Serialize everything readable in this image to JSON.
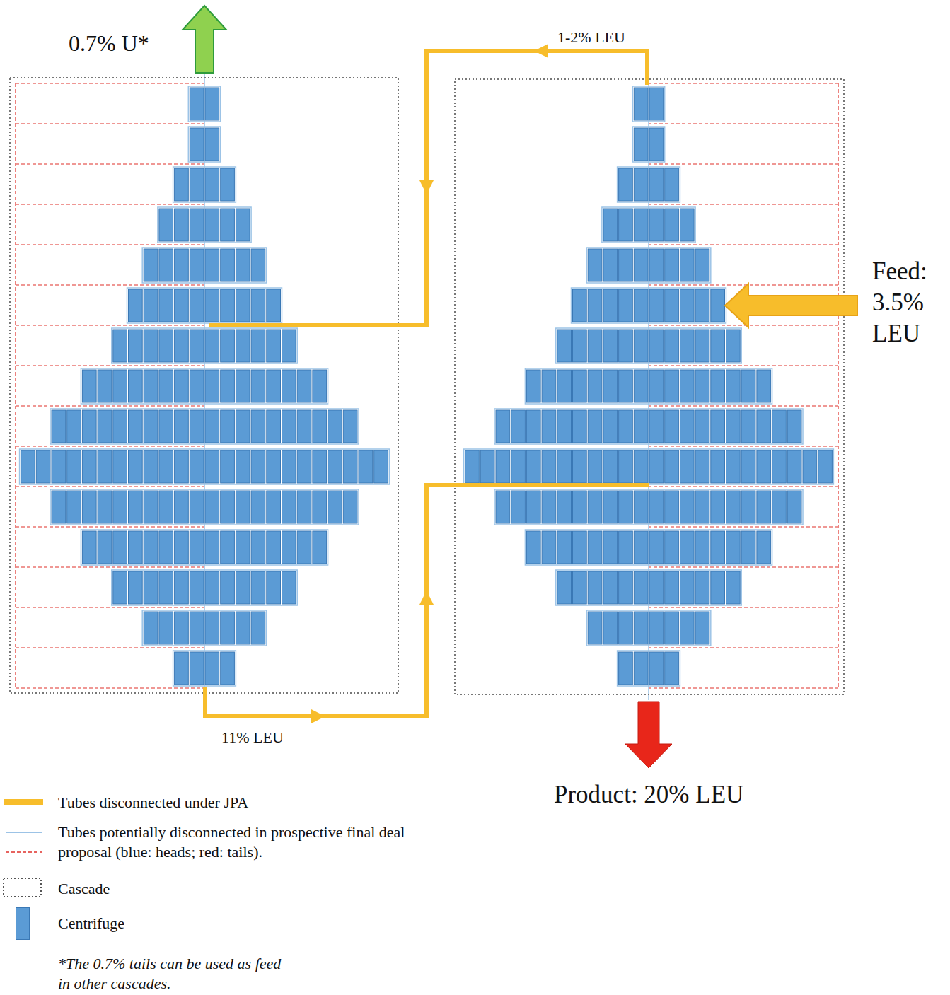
{
  "diagram": {
    "labels": [
      "0.7% U*",
      "1-2% LEU",
      "Feed: 3.5% LEU",
      "11% LEU",
      "Product: 20% LEU",
      "*The 0.7% tails can be used as feed in other cascades."
    ],
    "legend": [
      {
        "text": "Tubes disconnected under JPA",
        "color": "#f7bd2b"
      },
      {
        "text": "Tubes potentially disconnected in prospective final deal proposal (blue: heads; red: tails)."
      },
      {
        "text": "Cascade"
      },
      {
        "text": "Centrifuge",
        "color": "#5b9bd5"
      }
    ]
  }
}
